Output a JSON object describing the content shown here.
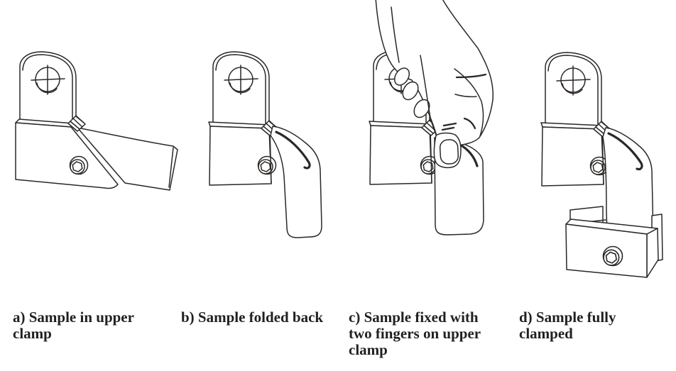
{
  "colors": {
    "background": "#ffffff",
    "line_art": "#2b2826",
    "caption_text": "#231f20"
  },
  "figures": [
    {
      "id": "a",
      "caption_lines": [
        "a) Sample in upper",
        "clamp"
      ]
    },
    {
      "id": "b",
      "caption_lines": [
        "b) Sample folded back"
      ]
    },
    {
      "id": "c",
      "caption_lines": [
        "c) Sample fixed with",
        "two fingers on upper",
        "clamp"
      ]
    },
    {
      "id": "d",
      "caption_lines": [
        "d) Sample fully",
        "clamped"
      ]
    }
  ]
}
